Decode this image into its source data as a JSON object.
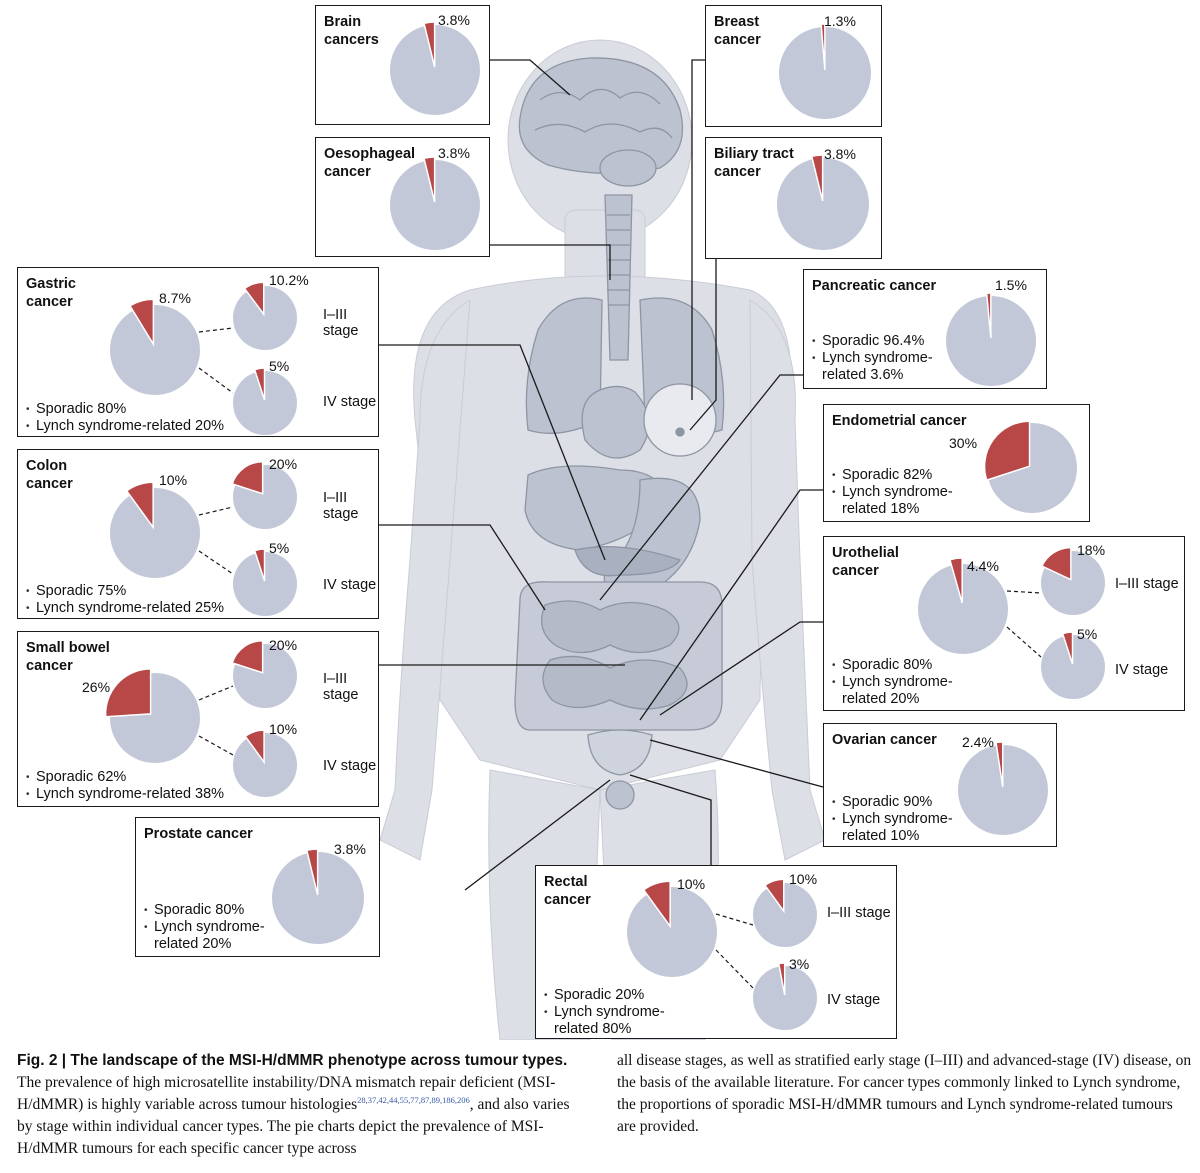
{
  "colors": {
    "pie_base": "#c2c8d8",
    "pie_slice": "#b84747",
    "body_fill": "#dcdfe6",
    "organ_fill": "#bcc2cf",
    "organ_stroke": "#8e95a3"
  },
  "panels": [
    {
      "id": "brain",
      "title": "Brain cancers",
      "main": {
        "value": 3.8,
        "label": "3.8%"
      }
    },
    {
      "id": "oesophageal",
      "title": "Oesophageal cancer",
      "main": {
        "value": 3.8,
        "label": "3.8%"
      }
    },
    {
      "id": "breast",
      "title": "Breast cancer",
      "main": {
        "value": 1.3,
        "label": "1.3%"
      }
    },
    {
      "id": "biliary",
      "title": "Biliary tract cancer",
      "main": {
        "value": 3.8,
        "label": "3.8%"
      }
    },
    {
      "id": "gastric",
      "title": "Gastric cancer",
      "main": {
        "value": 8.7,
        "label": "8.7%"
      },
      "stage13": {
        "value": 10.2,
        "label": "10.2%"
      },
      "stage4": {
        "value": 5,
        "label": "5%"
      },
      "bullets": [
        "Sporadic 80%",
        "Lynch syndrome-related 20%"
      ]
    },
    {
      "id": "colon",
      "title": "Colon cancer",
      "main": {
        "value": 10,
        "label": "10%"
      },
      "stage13": {
        "value": 20,
        "label": "20%"
      },
      "stage4": {
        "value": 5,
        "label": "5%"
      },
      "bullets": [
        "Sporadic 75%",
        "Lynch syndrome-related 25%"
      ]
    },
    {
      "id": "smallbowel",
      "title": "Small bowel cancer",
      "main": {
        "value": 26,
        "label": "26%"
      },
      "stage13": {
        "value": 20,
        "label": "20%"
      },
      "stage4": {
        "value": 10,
        "label": "10%"
      },
      "bullets": [
        "Sporadic 62%",
        "Lynch syndrome-related 38%"
      ]
    },
    {
      "id": "prostate",
      "title": "Prostate cancer",
      "main": {
        "value": 3.8,
        "label": "3.8%"
      },
      "bullets": [
        "Sporadic 80%",
        "Lynch syndrome-\nrelated 20%"
      ]
    },
    {
      "id": "pancreatic",
      "title": "Pancreatic cancer",
      "main": {
        "value": 1.5,
        "label": "1.5%"
      },
      "bullets": [
        "Sporadic 96.4%",
        "Lynch syndrome-\nrelated 3.6%"
      ]
    },
    {
      "id": "endometrial",
      "title": "Endometrial cancer",
      "main": {
        "value": 30,
        "label": "30%"
      },
      "bullets": [
        "Sporadic 82%",
        "Lynch syndrome-\nrelated 18%"
      ]
    },
    {
      "id": "urothelial",
      "title": "Urothelial cancer",
      "main": {
        "value": 4.4,
        "label": "4.4%"
      },
      "stage13": {
        "value": 18,
        "label": "18%"
      },
      "stage4": {
        "value": 5,
        "label": "5%"
      },
      "bullets": [
        "Sporadic 80%",
        "Lynch syndrome-\nrelated 20%"
      ]
    },
    {
      "id": "ovarian",
      "title": "Ovarian cancer",
      "main": {
        "value": 2.4,
        "label": "2.4%"
      },
      "bullets": [
        "Sporadic 90%",
        "Lynch syndrome-\nrelated 10%"
      ]
    },
    {
      "id": "rectal",
      "title": "Rectal cancer",
      "main": {
        "value": 10,
        "label": "10%"
      },
      "stage13": {
        "value": 10,
        "label": "10%"
      },
      "stage4": {
        "value": 3,
        "label": "3%"
      },
      "bullets": [
        "Sporadic 20%",
        "Lynch syndrome-\nrelated 80%"
      ]
    }
  ],
  "stage_labels": {
    "early": "I–III stage",
    "late": "IV stage"
  },
  "caption": {
    "title": "Fig. 2 | The landscape of the MSI-H/dMMR phenotype across tumour types.",
    "left_text_1": "The prevalence of high microsatellite instability/DNA mismatch repair deficient (MSI-H/dMMR) is highly variable across tumour histologies",
    "refs": "28,37,42,44,55,77,87,89,186,206",
    "left_text_2": ", and also varies by stage within individual cancer types. The pie charts depict the prevalence of MSI-H/dMMR tumours for each specific cancer type across",
    "right_text": "all disease stages, as well as stratified early stage (I–III) and advanced-stage (IV) disease, on the basis of the available literature. For cancer types commonly linked to Lynch syndrome, the proportions of sporadic MSI-H/dMMR tumours and Lynch syndrome-related tumours are provided."
  }
}
